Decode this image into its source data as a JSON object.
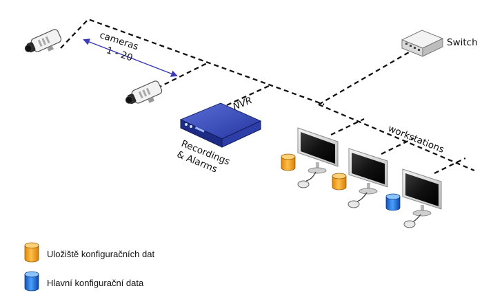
{
  "diagram": {
    "labels": {
      "switch": "Switch",
      "cameras_line1": "cameras",
      "cameras_line2": "1 - 20",
      "nvr": "NVR",
      "recordings_line1": "Recordings",
      "recordings_line2": "& Alarms",
      "workstations": "workstations"
    },
    "colors": {
      "cable": "#111111",
      "arrow": "#3a3ab8",
      "nvr_body": "#2a3a9a",
      "storage_local": "#f5a623",
      "storage_main": "#1f6fd6"
    }
  },
  "legend": [
    {
      "icon": "orange-database-icon",
      "label": "Uložiště konfiguračních dat"
    },
    {
      "icon": "blue-database-icon",
      "label": "Hlavní konfigurační data"
    }
  ]
}
